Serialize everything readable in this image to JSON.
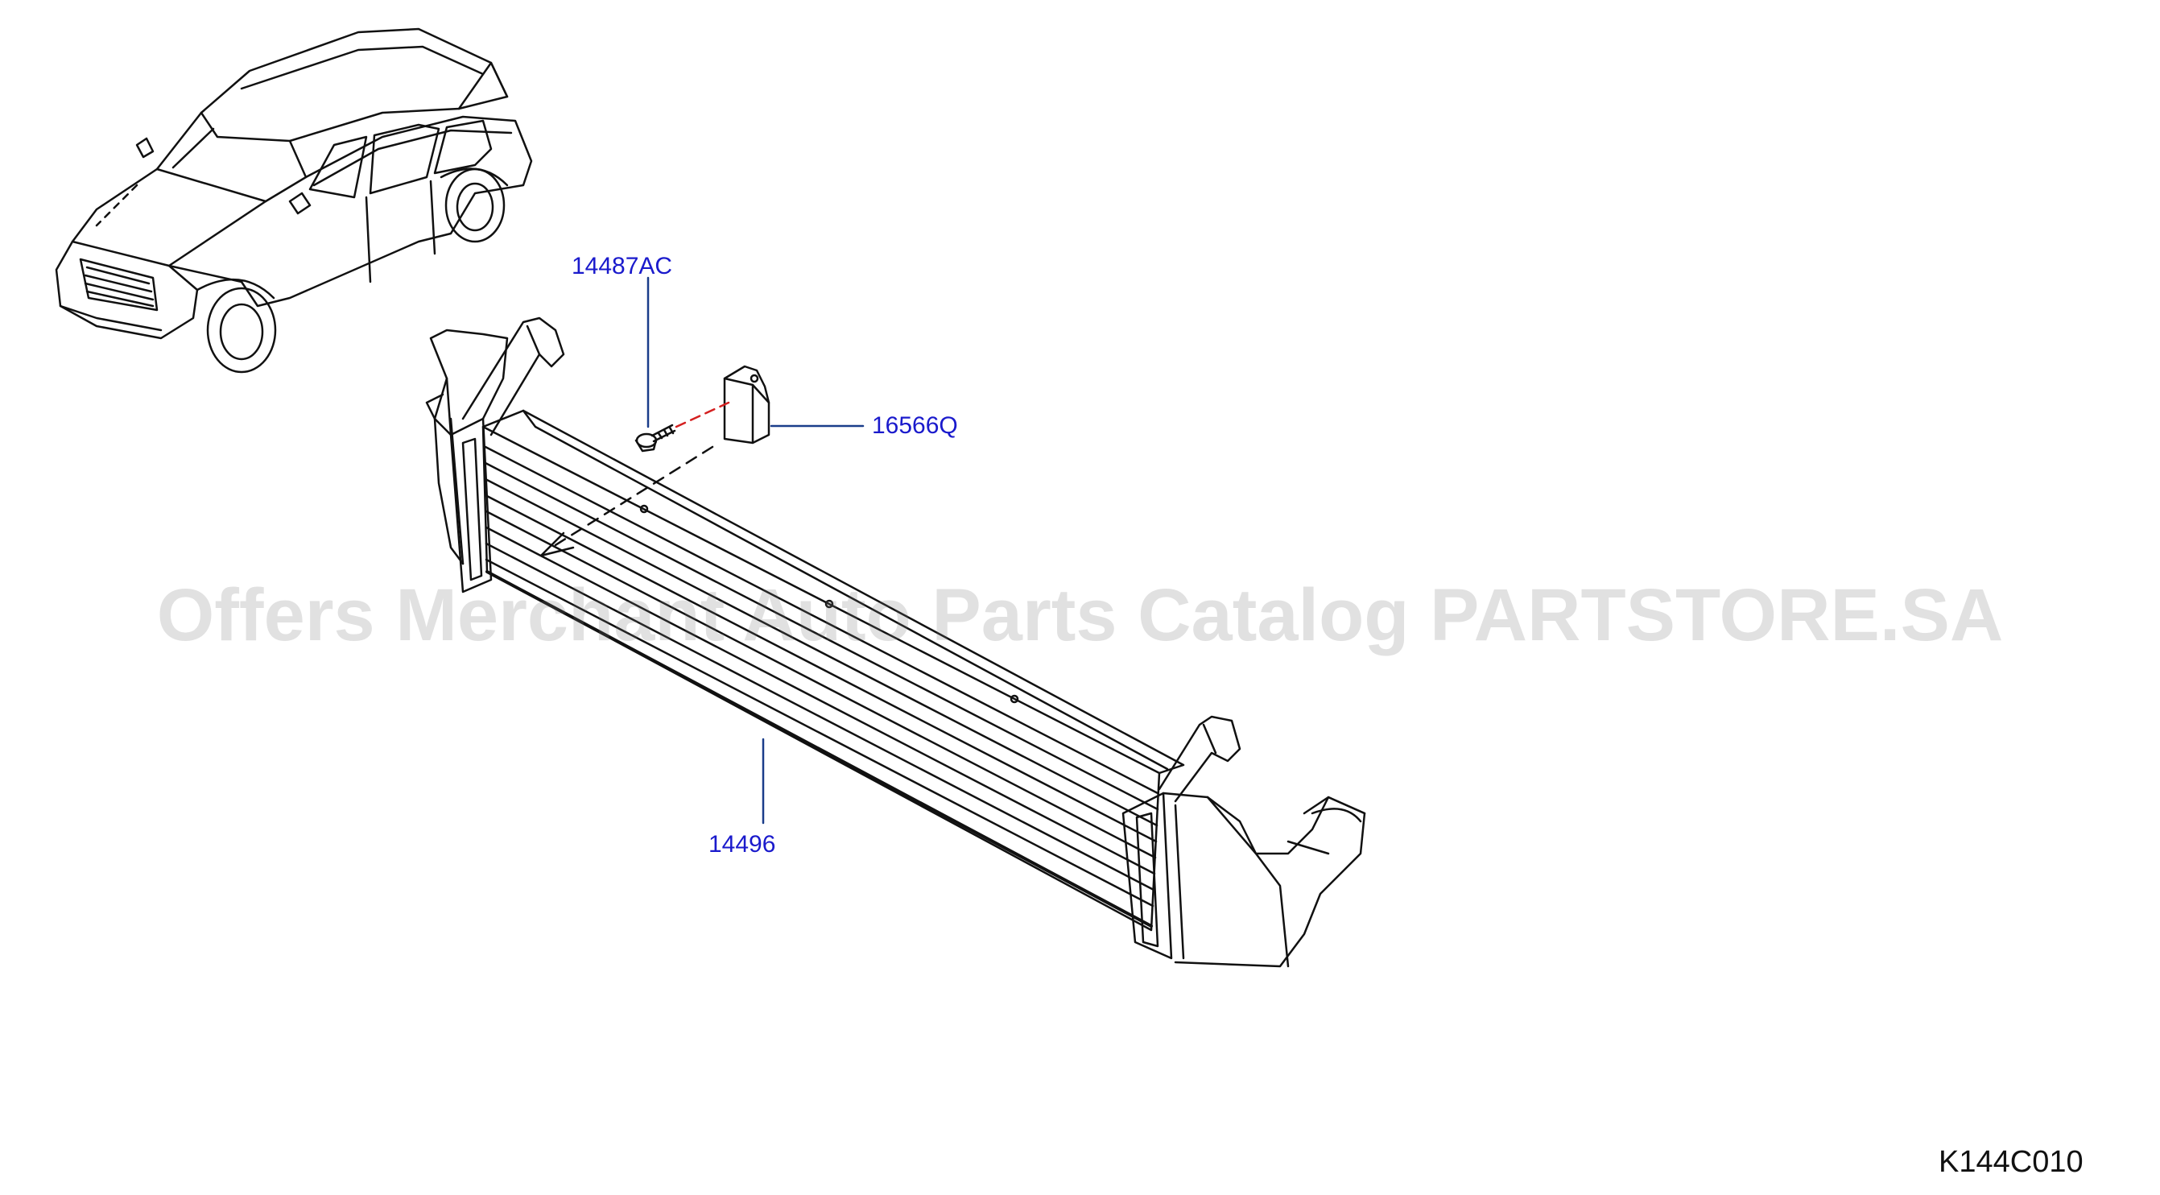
{
  "diagram": {
    "callouts": {
      "bolt": "14487AC",
      "bracket": "16566Q",
      "intercooler": "14496"
    },
    "drawing_code": "K144C010",
    "watermark": "Offers Merchant Auto Parts Catalog PARTSTORE.SA"
  },
  "colors": {
    "line": "#111111",
    "callout_text": "#1a1acc",
    "callout_leader": "#1a3d8a",
    "assembly_line": "#d42020",
    "watermark": "#bcbcbc"
  }
}
